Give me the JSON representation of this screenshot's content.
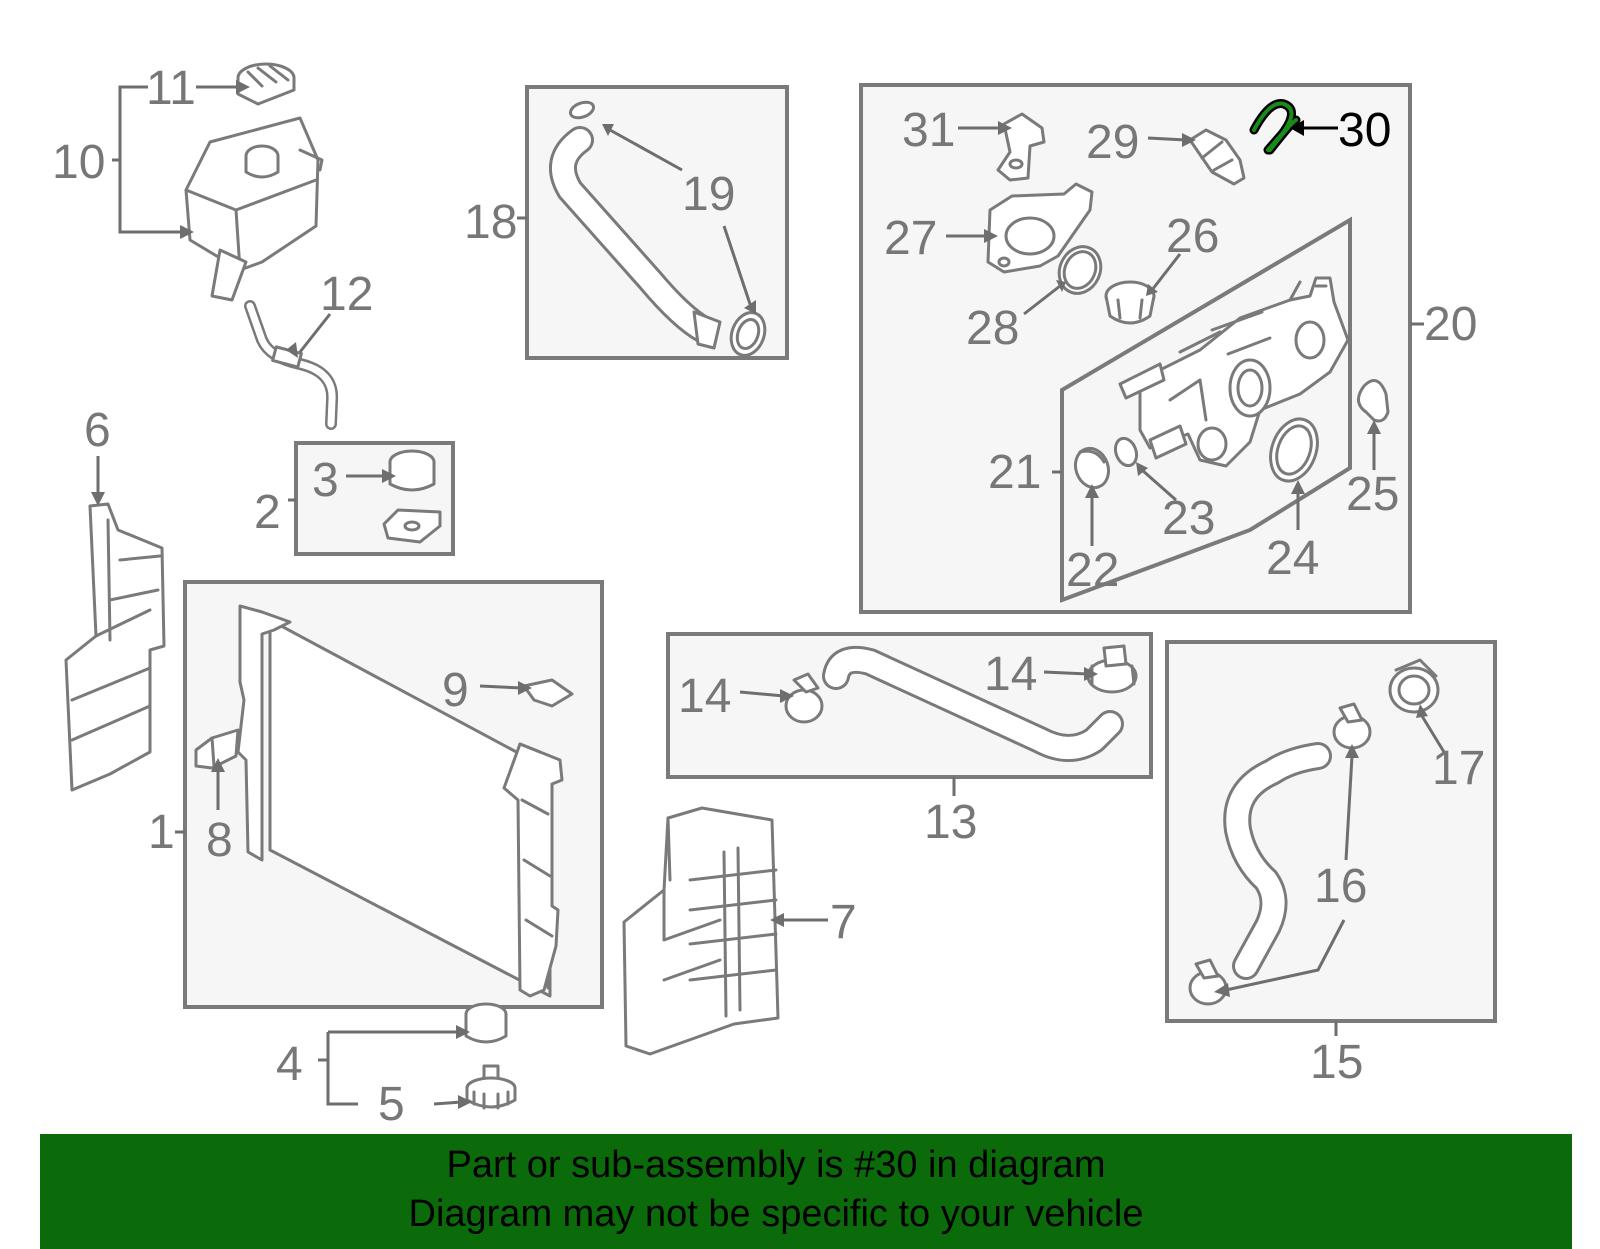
{
  "diagram": {
    "highlighted_part": "30",
    "colors": {
      "footer_background": "#0b6b0b",
      "highlight_stroke": "#1a8a1a",
      "line_gray": "#7a7a7a",
      "label_gray": "#777777"
    },
    "callouts": {
      "c1": "1",
      "c2": "2",
      "c3": "3",
      "c4": "4",
      "c5": "5",
      "c6": "6",
      "c7": "7",
      "c8": "8",
      "c9": "9",
      "c10": "10",
      "c11": "11",
      "c12": "12",
      "c13": "13",
      "c14a": "14",
      "c14b": "14",
      "c15": "15",
      "c16": "16",
      "c17": "17",
      "c18": "18",
      "c19": "19",
      "c20": "20",
      "c21": "21",
      "c22": "22",
      "c23": "23",
      "c24": "24",
      "c25": "25",
      "c26": "26",
      "c27": "27",
      "c28": "28",
      "c29": "29",
      "c30": "30",
      "c31": "31"
    }
  },
  "footer": {
    "line1": "Part or sub-assembly is #30 in diagram",
    "line2": "Diagram may not be specific to your vehicle"
  }
}
